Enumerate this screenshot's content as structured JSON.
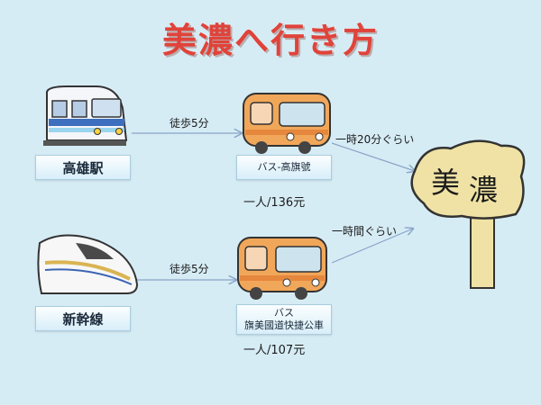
{
  "title": "美濃へ行き方",
  "route1": {
    "station": "高雄駅",
    "walk": "徒歩5分",
    "bus_label": "バス-高旗號",
    "price": "一人/136元",
    "time": "一時20分ぐらい"
  },
  "route2": {
    "station": "新幹線",
    "walk": "徒歩5分",
    "bus_label_line1": "バス",
    "bus_label_line2": "旗美國道快捷公車",
    "price": "一人/107元",
    "time": "一時間ぐらい"
  },
  "destination": {
    "sign_char1": "美",
    "sign_char2": "濃"
  },
  "colors": {
    "background": "#d6ecf5",
    "title": "#e0433a",
    "arrow": "#8aa4c8",
    "bus_orange": "#f1a75a",
    "sign_wood": "#efe2a4"
  },
  "icons": [
    "train-icon",
    "shinkansen-icon",
    "bus-icon",
    "signpost-icon"
  ]
}
